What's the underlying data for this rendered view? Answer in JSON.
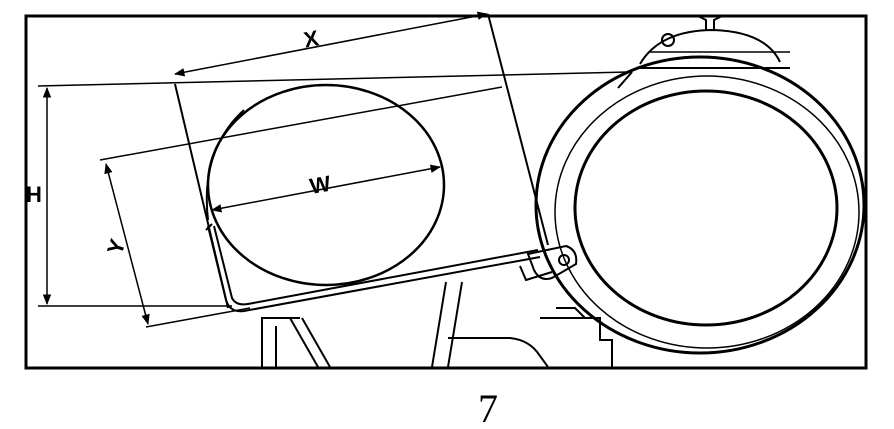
{
  "diagram": {
    "labels": {
      "x": "X",
      "w": "W",
      "h": "H",
      "y": "Y"
    },
    "figure_number": "7",
    "colors": {
      "line": "#000000",
      "background": "#ffffff"
    }
  }
}
